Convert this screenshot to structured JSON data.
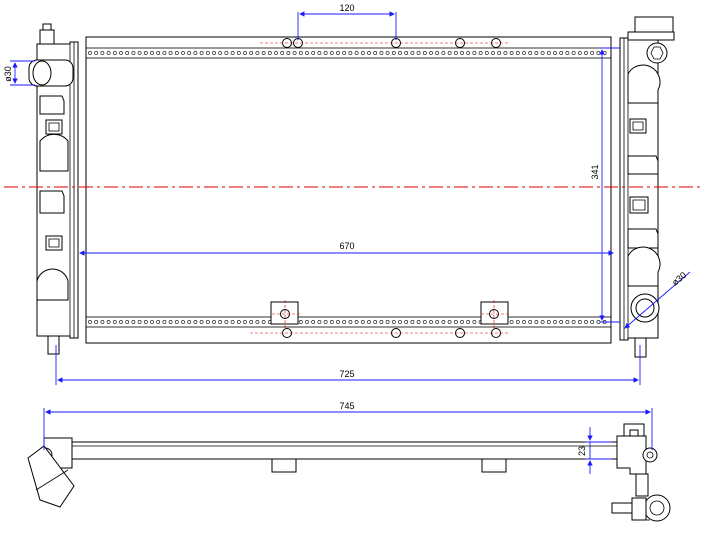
{
  "colors": {
    "outline": "#000000",
    "dimension": "#1a1aff",
    "centerline": "#e00000",
    "background": "#ffffff"
  },
  "dimensions": {
    "hole_spacing": "120",
    "core_width": "670",
    "core_height": "341",
    "overall_width": "725",
    "total_length": "745",
    "tank_depth": "23",
    "inlet_diameter": "ø30",
    "outlet_diameter": "ø30"
  }
}
